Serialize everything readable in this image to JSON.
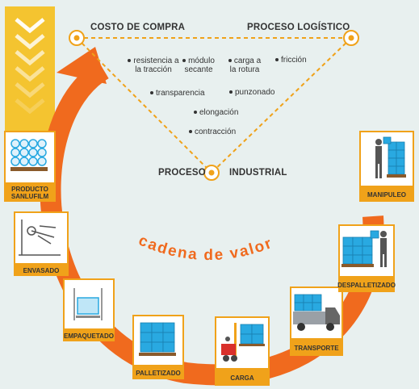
{
  "triangle": {
    "costo": "COSTO DE COMPRA",
    "logistico": "PROCESO LOGÍSTICO",
    "proceso": "PROCESO",
    "industrial": "INDUSTRIAL"
  },
  "properties": {
    "resistencia": "resistencia a la tracción",
    "modulo": "módulo secante",
    "carga_rotura": "carga a la rotura",
    "friccion": "fricción",
    "transparencia": "transparencia",
    "punzonado": "punzonado",
    "elongacion": "elongación",
    "contraccion": "contracción"
  },
  "cycle_label": "cadena de valor",
  "stages": {
    "producto": "PRODUCTO SANLUFILM",
    "envasado": "ENVASADO",
    "empaquetado": "EMPAQUETADO",
    "paletizado": "PALLETIZADO",
    "carga": "CARGA",
    "transporte": "TRANSPORTE",
    "despaletizado": "DESPALLETIZADO",
    "manipuleo": "MANIPULEO"
  },
  "colors": {
    "orange": "#f06a1e",
    "amber": "#f0a21a",
    "film_blue": "#29a9e1",
    "background": "#e8f0ef"
  }
}
